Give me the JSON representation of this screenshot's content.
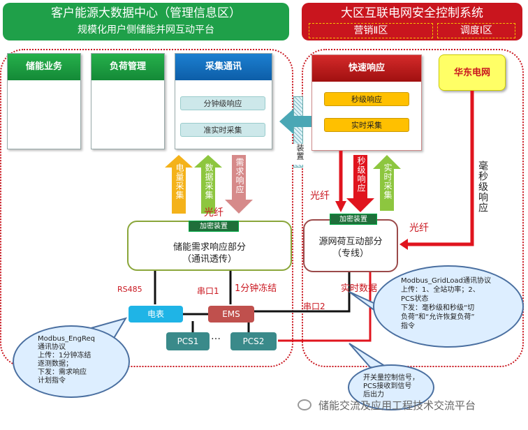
{
  "left_header": {
    "title": "客户能源大数据中心（管理信息区）",
    "subtitle": "规模化用户侧储能并网互动平台"
  },
  "right_header": {
    "title": "大区互联电网安全控制系统",
    "sub1": "营销Ⅱ区",
    "sub2": "调度Ⅰ区"
  },
  "modules": {
    "storage": "储能业务",
    "load": "负荷管理",
    "acq": "采集通讯",
    "acq_items": [
      "分钟级响应",
      "准实时采集"
    ]
  },
  "fast": {
    "title": "快速响应",
    "items": [
      "秒级响应",
      "实时采集"
    ]
  },
  "east_grid": "华东电网",
  "isolation": "装置",
  "arrows": {
    "energy": "电量采集",
    "data": "数据采集",
    "demand": "需求响应",
    "sec": "秒级响应",
    "rt": "实时采集",
    "ms": "毫秒级响应"
  },
  "fiber": "光纤",
  "encrypt": "加密装置",
  "storage_node": {
    "line1": "储能需求响应部分",
    "line2": "（通讯透传）"
  },
  "grid_node": {
    "line1": "源网荷互动部分",
    "line2": "（专线）"
  },
  "labels": {
    "rs485": "RS485",
    "port1": "串口1",
    "freeze": "1分钟冻结",
    "port2": "串口2",
    "realtime": "实时数据"
  },
  "devices": {
    "meter": "电表",
    "ems": "EMS",
    "pcs1": "PCS1",
    "ellipsis": "…",
    "pcs2": "PCS2"
  },
  "bubble_left": {
    "l1": "Modbus_EngReq",
    "l2": "通讯协议",
    "l3": "上传：1分钟冻结",
    "l4": "逐测数据；",
    "l5": "下发：需求响应",
    "l6": "计划指令"
  },
  "bubble_right": {
    "l1": "Modbus_GridLoad通讯协议",
    "l2": "上传：1、全站功率；2、",
    "l3": "PCS状态",
    "l4": "下发：毫秒级和秒级“切",
    "l5": "负荷”和“允许恢复负荷”",
    "l6": "指令"
  },
  "bubble_bottom": {
    "l1": "开关量控制信号，",
    "l2": "PCS接收到信号",
    "l3": "后出力"
  },
  "watermark": "储能交流及应用工程技术交流平台",
  "colors": {
    "green": "#1fa049",
    "red": "#c9151e",
    "blue": "#0d5ea8",
    "teal": "#4aa7b5"
  }
}
